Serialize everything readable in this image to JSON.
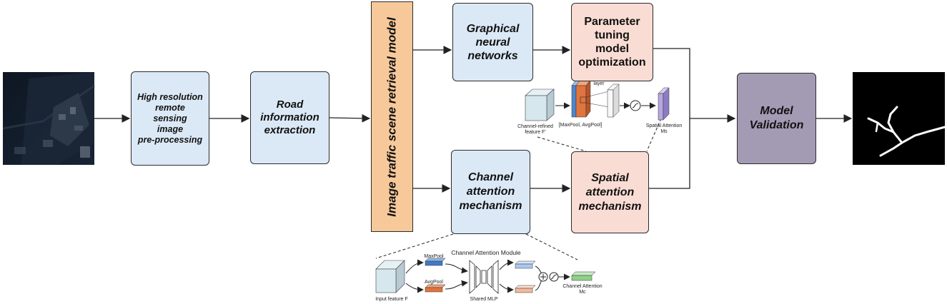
{
  "boxes": {
    "preprocessing": "High resolution\nremote\nsensing\nimage\npre-processing",
    "road_extraction": "Road\ninformation\nextraction",
    "retrieval_model": "Image traffic scene retrieval model",
    "gnn": "Graphical\nneural\nnetworks",
    "parameter_tuning": "Parameter\ntuning\nmodel\noptimization",
    "channel_attention": "Channel\nattention\nmechanism",
    "spatial_attention": "Spatial\nattention\nmechanism",
    "validation": "Model\nValidation"
  },
  "spatial_inset": {
    "input_label": "Channel-refined\nfeature F'",
    "pool_label": "[MaxPool, AvgPool]",
    "conv_label": "conv\nlayer",
    "output_label": "Spatial Attention\nMs"
  },
  "channel_inset": {
    "title": "Channel Attention Module",
    "maxpool_label": "MaxPool",
    "avgpool_label": "AvgPool",
    "input_label": "Input feature F",
    "mlp_label": "Shared MLP",
    "output_label": "Channel Attention\nMc"
  },
  "colors": {
    "blue_box": "#dbe9f6",
    "pink_box": "#f9dcd3",
    "purple_box": "#a39bb4",
    "orange_box": "#f7c99a",
    "arrow": "#222222"
  },
  "images": {
    "input_image": "satellite-image",
    "output_image": "road-mask-image"
  }
}
